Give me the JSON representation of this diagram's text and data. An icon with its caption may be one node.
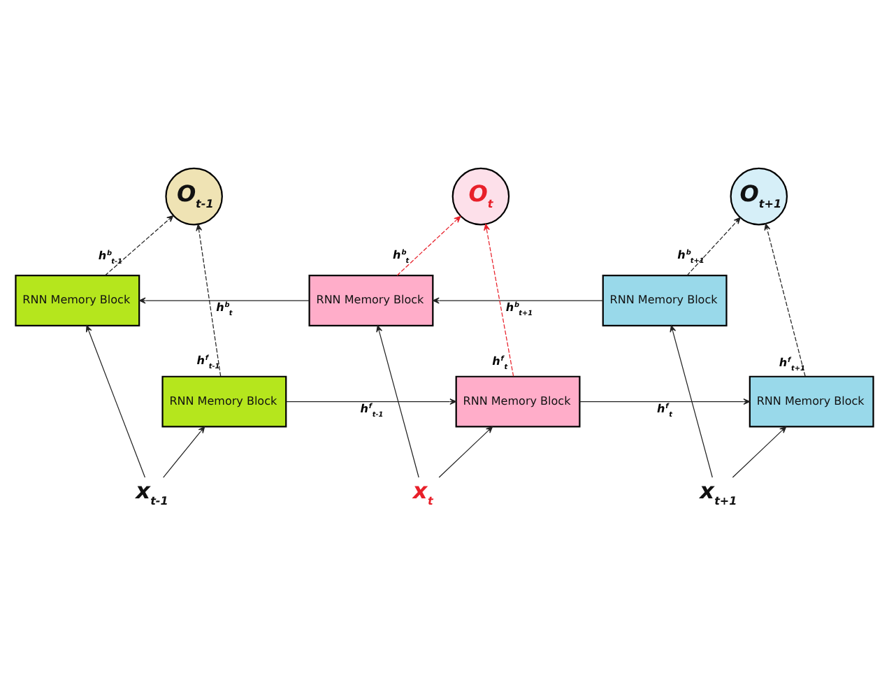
{
  "diagram": {
    "nodes": [
      {
        "text": [
          "O$_{t-1}$"
        ]
      },
      {
        "text": [
          "O$_{t}$"
        ]
      },
      {
        "text": [
          "O$_{t+1}$"
        ]
      },
      {
        "text": [
          "RNN Memory Block"
        ]
      },
      {
        "text": [
          "RNN Memory Block"
        ]
      },
      {
        "text": [
          "RNN Memory Block"
        ]
      },
      {
        "text": [
          "RNN Memory Block"
        ]
      },
      {
        "text": [
          "RNN Memory Block"
        ]
      },
      {
        "text": [
          "RNN Memory Block"
        ]
      },
      {
        "text": [
          "x$_{t-1}$"
        ]
      },
      {
        "text": [
          "x$_{t}$"
        ]
      },
      {
        "text": [
          "x$_{t+1}$"
        ]
      }
    ],
    "edges": [
      {
        "from": 5,
        "to": 4,
        "arrow": "to",
        "label": "h$^{b}$$_{t+1}$"
      },
      {
        "from": 4,
        "to": 3,
        "arrow": "to",
        "label": "h$^{b}$$_{t}$"
      },
      {
        "from": 3,
        "to": 0,
        "arrow": "to",
        "label": "h$^{b}$$_{t-1}$",
        "style": "dashed"
      },
      {
        "from": 4,
        "to": 1,
        "arrow": "to",
        "label": "h$^{b}$$_{t}$",
        "style": "dashed",
        "color": "#e8202a"
      },
      {
        "from": 5,
        "to": 2,
        "arrow": "to",
        "label": "h$^{b}$$_{t+1}$",
        "style": "dashed"
      },
      {
        "from": 6,
        "to": 0,
        "arrow": "to",
        "label": "h$^{f}$$_{t-1}$",
        "style": "dashed"
      },
      {
        "from": 7,
        "to": 1,
        "arrow": "to",
        "label": "h$^{f}$$_{t}$",
        "style": "dashed",
        "color": "#e8202a"
      },
      {
        "from": 8,
        "to": 2,
        "arrow": "to",
        "label": "h$^{f}$$_{t+1}$",
        "style": "dashed"
      },
      {
        "from": 6,
        "to": 7,
        "arrow": "to",
        "label": "h$^{f}$$_{t-1}$"
      },
      {
        "from": 7,
        "to": 8,
        "arrow": "to",
        "label": "h$^{f}$$_{t}$"
      },
      {
        "from": 9,
        "to": 6,
        "arrow": "to"
      },
      {
        "from": 9,
        "to": 3,
        "arrow": "to"
      },
      {
        "from": 10,
        "to": 7,
        "arrow": "to"
      },
      {
        "from": 10,
        "to": 4,
        "arrow": "to"
      },
      {
        "from": 11,
        "to": 8,
        "arrow": "to"
      },
      {
        "from": 11,
        "to": 5,
        "arrow": "to"
      }
    ]
  }
}
